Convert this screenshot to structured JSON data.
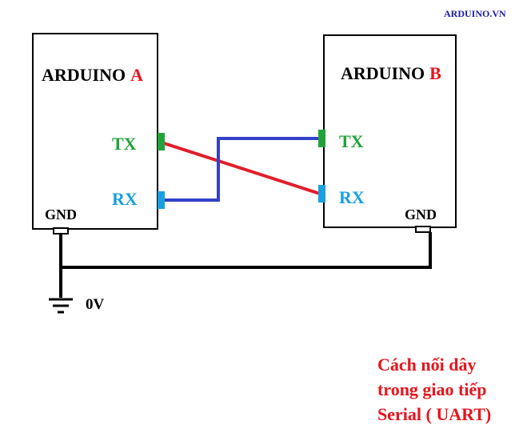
{
  "site": {
    "watermark": "ARDUINO.VN"
  },
  "board_a": {
    "name": "ARDUINO",
    "letter": "A",
    "pins": {
      "tx": "TX",
      "rx": "RX",
      "gnd": "GND"
    }
  },
  "board_b": {
    "name": "ARDUINO",
    "letter": "B",
    "pins": {
      "tx": "TX",
      "rx": "RX",
      "gnd": "GND"
    }
  },
  "ground": {
    "label": "0V"
  },
  "caption": {
    "lines": [
      "Cách nối dây",
      "trong giao tiếp",
      "Serial ( UART)"
    ]
  },
  "colors": {
    "board_letter": "#e8141c",
    "tx": "#22a33a",
    "rx": "#1aa0e0",
    "wire_tx_to_rx": "#e01e2a",
    "wire_rx_to_tx": "#3340c8",
    "ground_wire": "#000000",
    "caption": "#e8141c",
    "watermark": "#1a1aa8"
  }
}
